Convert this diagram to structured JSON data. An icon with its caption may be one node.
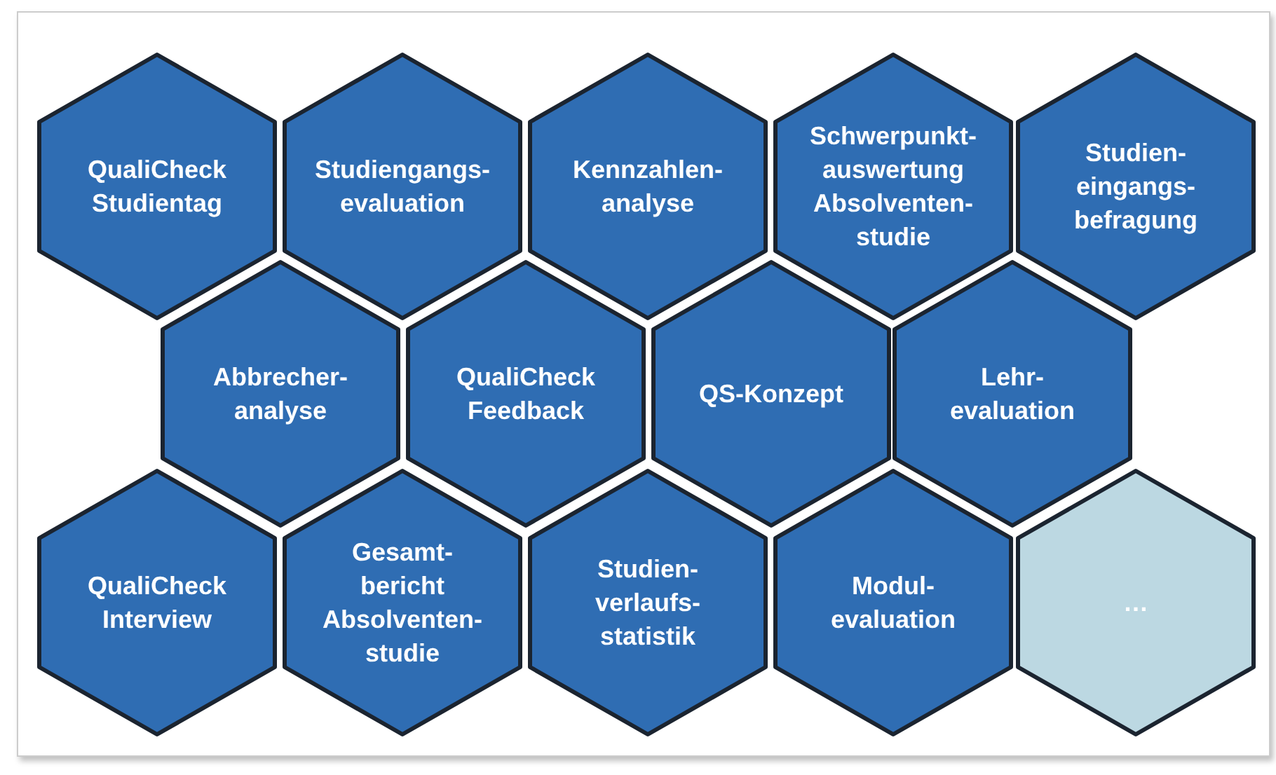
{
  "diagram": {
    "nodes": [
      {
        "text": [
          "QualiCheck Studientag"
        ]
      },
      {
        "text": [
          "Studiengangs-evaluation"
        ]
      },
      {
        "text": [
          "Kennzahlen-analyse"
        ]
      },
      {
        "text": [
          "Schwerpunkt-auswertung Absolventen-studie"
        ]
      },
      {
        "text": [
          "Studien-eingangs-befragung"
        ]
      },
      {
        "text": [
          "Abbrecher-analyse"
        ]
      },
      {
        "text": [
          "QualiCheck Feedback"
        ]
      },
      {
        "text": [
          "QS-Konzept"
        ]
      },
      {
        "text": [
          "Lehr-evaluation"
        ]
      },
      {
        "text": [
          "QualiCheck Interview"
        ]
      },
      {
        "text": [
          "Gesamt-bericht Absolventen-studie"
        ]
      },
      {
        "text": [
          "Studien-verlaufs-statistik"
        ]
      },
      {
        "text": [
          "Modul-evaluation"
        ]
      },
      {
        "text": [
          "…"
        ]
      }
    ]
  }
}
